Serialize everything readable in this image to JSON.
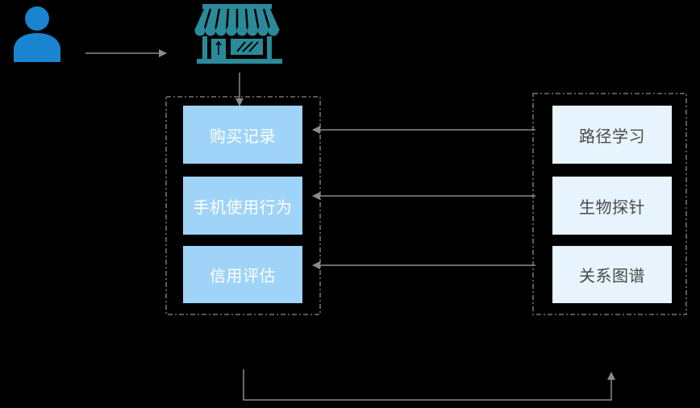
{
  "colors": {
    "background": "#000000",
    "user_icon": "#1b84d1",
    "store_icon": "#2b8a99",
    "arrow": "#8a8a8a",
    "group_border": "#8a8a8a",
    "left_box_fill": "#9fd3f7",
    "left_box_text": "#ffffff",
    "right_box_fill": "#e8f4fd",
    "right_box_text": "#4a4a4a"
  },
  "icons": {
    "user": "user-icon",
    "store": "store-icon"
  },
  "left_group": {
    "items": [
      {
        "label": "购买记录"
      },
      {
        "label": "手机使用行为"
      },
      {
        "label": "信用评估"
      }
    ]
  },
  "right_group": {
    "items": [
      {
        "label": "路径学习"
      },
      {
        "label": "生物探针"
      },
      {
        "label": "关系图谱"
      }
    ]
  }
}
